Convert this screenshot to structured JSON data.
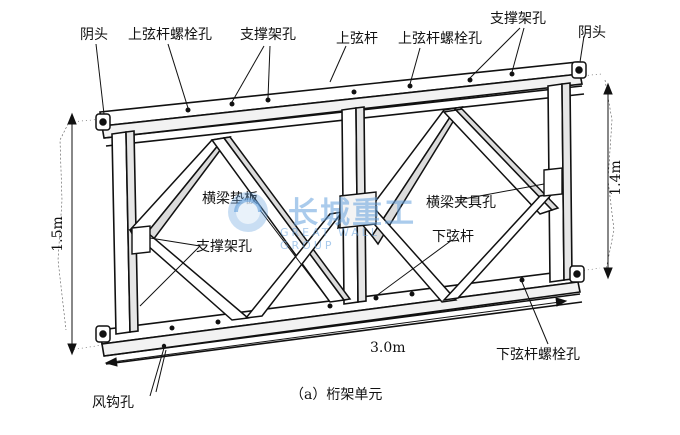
{
  "labels": {
    "male_head_left": "阴头",
    "top_chord_bolt_hole_left": "上弦杆螺栓孔",
    "brace_hole_top_left": "支撑架孔",
    "top_chord": "上弦杆",
    "top_chord_bolt_hole_right": "上弦杆螺栓孔",
    "brace_hole_top_right": "支撑架孔",
    "male_head_right": "阴头",
    "transom_pad": "横梁垫板",
    "transom_clamp_hole": "横梁夹具孔",
    "bottom_chord": "下弦杆",
    "brace_hole_mid": "支撑架孔",
    "bottom_chord_bolt_hole": "下弦杆螺栓孔",
    "wind_hook_hole": "风钩孔",
    "height_left": "1.5m",
    "height_right": "1.4m",
    "length": "3.0m",
    "caption": "（a）桁架单元"
  },
  "watermark": {
    "logo_text": "长城重工",
    "logo_sub": "GREAT WALL GROUP",
    "color": "#64a0dc"
  },
  "colors": {
    "line": "#111111",
    "shade": "#9a9a9a"
  }
}
